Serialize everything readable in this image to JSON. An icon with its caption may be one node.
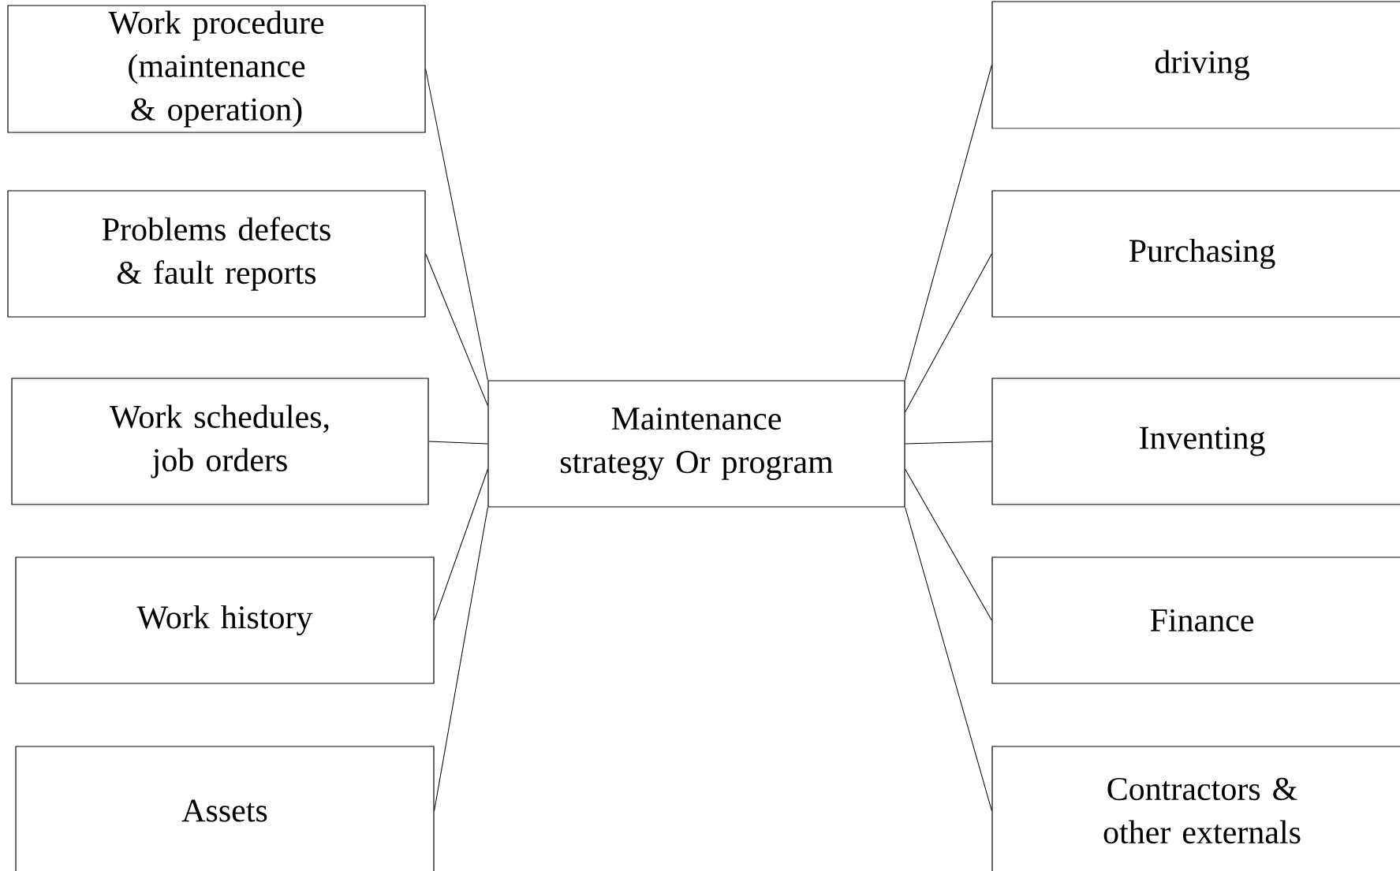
{
  "diagram": {
    "nodes": [
      {
        "text": [
          "Work procedure (maintenance & operation)"
        ]
      },
      {
        "text": [
          "Problems defects & fault reports"
        ]
      },
      {
        "text": [
          "Work schedules, job orders"
        ]
      },
      {
        "text": [
          "Work history"
        ]
      },
      {
        "text": [
          "Assets"
        ]
      },
      {
        "text": [
          "Maintenance strategy Or program"
        ]
      },
      {
        "text": [
          "driving"
        ]
      },
      {
        "text": [
          "Purchasing"
        ]
      },
      {
        "text": [
          "Inventing"
        ]
      },
      {
        "text": [
          "Finance"
        ]
      },
      {
        "text": [
          "Contractors & other externals"
        ]
      }
    ],
    "edges": [
      {
        "from": 0,
        "to": 5,
        "arrow": "none"
      },
      {
        "from": 1,
        "to": 5,
        "arrow": "none"
      },
      {
        "from": 2,
        "to": 5,
        "arrow": "none"
      },
      {
        "from": 3,
        "to": 5,
        "arrow": "none"
      },
      {
        "from": 4,
        "to": 5,
        "arrow": "none"
      },
      {
        "from": 6,
        "to": 5,
        "arrow": "none"
      },
      {
        "from": 7,
        "to": 5,
        "arrow": "none"
      },
      {
        "from": 8,
        "to": 5,
        "arrow": "none"
      },
      {
        "from": 9,
        "to": 5,
        "arrow": "none"
      },
      {
        "from": 10,
        "to": 5,
        "arrow": "none"
      }
    ]
  }
}
